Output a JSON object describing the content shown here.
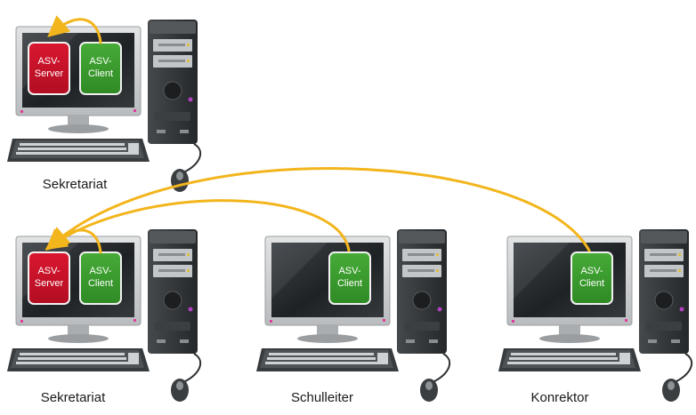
{
  "colors": {
    "server_red": "#c8102e",
    "client_green": "#3a9a2c",
    "arrow_yellow": "#f3b51c",
    "screen_dark": "#2a2d30",
    "bezel_gray": "#c9ccce",
    "tower_dark": "#2f3336"
  },
  "labels": {
    "asv_server_line1": "ASV-",
    "asv_server_line2": "Server",
    "asv_client_line1": "ASV-",
    "asv_client_line2": "Client"
  },
  "workstations": {
    "top": {
      "caption": "Sekretariat"
    },
    "bottom_left": {
      "caption": "Sekretariat"
    },
    "bottom_middle": {
      "caption": "Schulleiter"
    },
    "bottom_right": {
      "caption": "Konrektor"
    }
  }
}
